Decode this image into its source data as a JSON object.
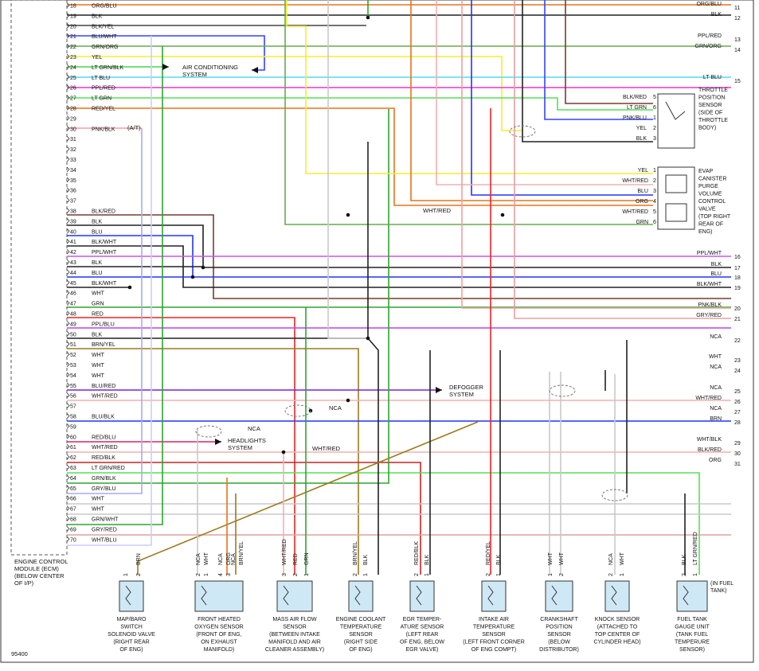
{
  "figure_id": "95400",
  "ecm": {
    "lines": [
      "ENGINE CONTROL",
      "MODULE (ECM)",
      "(BELOW CENTER",
      "OF I/P)"
    ],
    "pins": [
      {
        "n": "18",
        "label": "ORG/BLU",
        "color": "#e8731a"
      },
      {
        "n": "19",
        "label": "BLK",
        "color": "#222222"
      },
      {
        "n": "20",
        "label": "BLK/YEL",
        "color": "#444444"
      },
      {
        "n": "21",
        "label": "BLU/WHT",
        "color": "#3344ff"
      },
      {
        "n": "22",
        "label": "GRN/ORG",
        "color": "#6aa84f"
      },
      {
        "n": "23",
        "label": "YEL",
        "color": "#f2ee2e"
      },
      {
        "n": "24",
        "label": "LT GRN/BLK",
        "color": "#4cd34c"
      },
      {
        "n": "25",
        "label": "LT BLU",
        "color": "#56d8f0"
      },
      {
        "n": "26",
        "label": "PPL/RED",
        "color": "#ee33cc"
      },
      {
        "n": "27",
        "label": "LT GRN",
        "color": "#55e055"
      },
      {
        "n": "28",
        "label": "RED/YEL",
        "color": "#e8731a"
      },
      {
        "n": "29",
        "label": "",
        "color": ""
      },
      {
        "n": "30",
        "label": "PNK/BLK",
        "color": "#f0a0a0"
      },
      {
        "n": "31",
        "label": "",
        "color": ""
      },
      {
        "n": "32",
        "label": "",
        "color": ""
      },
      {
        "n": "33",
        "label": "",
        "color": ""
      },
      {
        "n": "34",
        "label": "",
        "color": ""
      },
      {
        "n": "35",
        "label": "",
        "color": ""
      },
      {
        "n": "36",
        "label": "",
        "color": ""
      },
      {
        "n": "37",
        "label": "",
        "color": ""
      },
      {
        "n": "38",
        "label": "BLK/RED",
        "color": "#7a3b2e"
      },
      {
        "n": "39",
        "label": "BLK",
        "color": "#222222"
      },
      {
        "n": "40",
        "label": "BLU",
        "color": "#2233ff"
      },
      {
        "n": "41",
        "label": "BLK/WHT",
        "color": "#222222"
      },
      {
        "n": "42",
        "label": "PPL/WHT",
        "color": "#cc55ee"
      },
      {
        "n": "43",
        "label": "BLK",
        "color": "#222222"
      },
      {
        "n": "44",
        "label": "BLU",
        "color": "#2233ff"
      },
      {
        "n": "45",
        "label": "BLK/WHT",
        "color": "#222222"
      },
      {
        "n": "46",
        "label": "WHT",
        "color": "#c8c8c8"
      },
      {
        "n": "47",
        "label": "GRN",
        "color": "#2ea52e"
      },
      {
        "n": "48",
        "label": "RED",
        "color": "#ee2222"
      },
      {
        "n": "49",
        "label": "PPL/BLU",
        "color": "#bb44ee"
      },
      {
        "n": "50",
        "label": "BLK",
        "color": "#222222"
      },
      {
        "n": "51",
        "label": "BRN/YEL",
        "color": "#9c7a1e"
      },
      {
        "n": "52",
        "label": "WHT",
        "color": "#c8c8c8"
      },
      {
        "n": "53",
        "label": "WHT",
        "color": "#c8c8c8"
      },
      {
        "n": "54",
        "label": "WHT",
        "color": "#c8c8c8"
      },
      {
        "n": "55",
        "label": "BLU/RED",
        "color": "#7722dd"
      },
      {
        "n": "56",
        "label": "WHT/RED",
        "color": "#f0b0b0"
      },
      {
        "n": "57",
        "label": "",
        "color": ""
      },
      {
        "n": "58",
        "label": "BLU/BLK",
        "color": "#2233ff"
      },
      {
        "n": "59",
        "label": "",
        "color": ""
      },
      {
        "n": "60",
        "label": "RED/BLU",
        "color": "#dd2266"
      },
      {
        "n": "61",
        "label": "WHT/RED",
        "color": "#f0b0b0"
      },
      {
        "n": "62",
        "label": "RED/BLK",
        "color": "#cc2222"
      },
      {
        "n": "63",
        "label": "LT GRN/RED",
        "color": "#55e055"
      },
      {
        "n": "64",
        "label": "GRN/BLK",
        "color": "#2ea52e"
      },
      {
        "n": "65",
        "label": "GRY/BLU",
        "color": "#aaaaee"
      },
      {
        "n": "66",
        "label": "WHT",
        "color": "#c8c8c8"
      },
      {
        "n": "67",
        "label": "WHT",
        "color": "#c8c8c8"
      },
      {
        "n": "68",
        "label": "GRN/WHT",
        "color": "#2ea52e"
      },
      {
        "n": "69",
        "label": "GRY/RED",
        "color": "#e0a0a0"
      },
      {
        "n": "70",
        "label": "WHT/BLU",
        "color": "#ccccff"
      }
    ]
  },
  "ecm_notes": {
    "pin30_note": "(A/T)",
    "ac_system": [
      "AIR CONDITIONING",
      "SYSTEM"
    ],
    "defogger": [
      "DEFOGGER",
      "SYSTEM"
    ],
    "headlights": [
      "HEADLIGHTS",
      "SYSTEM"
    ],
    "wht_red_mid": "WHT/RED",
    "wht_red_low": "WHT/RED",
    "nca_a": "NCA",
    "nca_b": "NCA"
  },
  "right_wires": [
    {
      "n": "11",
      "label": "ORG/BLU",
      "color": "#e8731a"
    },
    {
      "n": "12",
      "label": "BLK",
      "color": "#222222"
    },
    {
      "n": "13",
      "label": "PPL/RED",
      "color": "#ee33cc"
    },
    {
      "n": "14",
      "label": "GRN/ORG",
      "color": "#6aa84f"
    },
    {
      "n": "15",
      "label": "LT BLU",
      "color": "#56d8f0"
    },
    {
      "n": "16",
      "label": "PPL/WHT",
      "color": "#cc55ee"
    },
    {
      "n": "17",
      "label": "BLK",
      "color": "#222222"
    },
    {
      "n": "18",
      "label": "BLU",
      "color": "#2233ff"
    },
    {
      "n": "19",
      "label": "BLK/WHT",
      "color": "#222222"
    },
    {
      "n": "20",
      "label": "PNK/BLK",
      "color": "#f0a0a0"
    },
    {
      "n": "21",
      "label": "GRY/RED",
      "color": "#e0a0a0"
    },
    {
      "n": "22",
      "label": "NCA",
      "color": "#222222"
    },
    {
      "n": "23",
      "label": "WHT",
      "color": "#c8c8c8"
    },
    {
      "n": "24",
      "label": "NCA",
      "color": "#222222"
    },
    {
      "n": "25",
      "label": "NCA",
      "color": "#222222"
    },
    {
      "n": "26",
      "label": "WHT/RED",
      "color": "#f0b0b0"
    },
    {
      "n": "27",
      "label": "NCA",
      "color": "#222222"
    },
    {
      "n": "28",
      "label": "BRN",
      "color": "#9c7a1e"
    },
    {
      "n": "29",
      "label": "WHT/BLK",
      "color": "#aaaaaa"
    },
    {
      "n": "30",
      "label": "BLK/RED",
      "color": "#7a3b2e"
    },
    {
      "n": "31",
      "label": "ORG",
      "color": "#e8731a"
    }
  ],
  "tps": {
    "title": [
      "THROTTLE",
      "POSITION",
      "SENSOR",
      "(SIDE OF",
      "THROTTLE",
      "BODY)"
    ],
    "pins": [
      {
        "label": "BLK/RED",
        "n": "5"
      },
      {
        "label": "LT GRN",
        "n": "6"
      },
      {
        "label": "PNK/BLU",
        "n": "1"
      },
      {
        "label": "YEL",
        "n": "2"
      },
      {
        "label": "BLK",
        "n": "3"
      }
    ]
  },
  "evap": {
    "title": [
      "EVAP",
      "CANISTER",
      "PURGE",
      "VOLUME",
      "CONTROL",
      "VALVE",
      "(TOP RIGHT",
      "REAR OF",
      "ENG)"
    ],
    "pins": [
      {
        "label": "YEL",
        "n": "1"
      },
      {
        "label": "WHT/RED",
        "n": "2"
      },
      {
        "label": "BLU",
        "n": "3"
      },
      {
        "label": "ORG",
        "n": "4"
      },
      {
        "label": "WHT/RED",
        "n": "5"
      },
      {
        "label": "GRN",
        "n": "6"
      }
    ]
  },
  "components": [
    {
      "id": "map",
      "lines": [
        "MAP/BARO",
        "SWITCH",
        "SOLENOID VALVE",
        "(RIGHT REAR",
        "OF ENG)"
      ],
      "wires": [
        {
          "n": "1",
          "label": ""
        },
        {
          "n": "2",
          "label": "BRN"
        }
      ]
    },
    {
      "id": "o2",
      "lines": [
        "FRONT HEATED",
        "OXYGEN SENSOR",
        "(FRONT OF ENG,",
        "ON EXHAUST",
        "MANIFOLD)"
      ],
      "wires": [
        {
          "n": "2",
          "label": "NCA"
        },
        {
          "n": "1",
          "label": "WHT"
        },
        {
          "n": "4",
          "label": "NCA"
        },
        {
          "n": "3",
          "label": "ORG"
        },
        {
          "n": "",
          "label": "NCA"
        },
        {
          "n": "",
          "label": "BRN/YEL"
        }
      ]
    },
    {
      "id": "maf",
      "lines": [
        "MASS AIR FLOW",
        "SENSOR",
        "(BETWEEN INTAKE",
        "MANIFOLD AND AIR",
        "CLEANER ASSEMBLY)"
      ],
      "wires": [
        {
          "n": "3",
          "label": "WHT/RED"
        },
        {
          "n": "2",
          "label": "RED"
        },
        {
          "n": "1",
          "label": "GRN"
        }
      ]
    },
    {
      "id": "ect",
      "lines": [
        "ENGINE COOLANT",
        "TEMPERATURE",
        "SENSOR",
        "(RIGHT SIDE",
        "OF ENG)"
      ],
      "wires": [
        {
          "n": "2",
          "label": "BRN/YEL"
        },
        {
          "n": "1",
          "label": "BLK"
        }
      ]
    },
    {
      "id": "egr",
      "lines": [
        "EGR TEMPER-",
        "ATURE SENSOR",
        "(LEFT REAR",
        "OF ENG, BELOW",
        "EGR VALVE)"
      ],
      "wires": [
        {
          "n": "2",
          "label": "RED/BLK"
        },
        {
          "n": "1",
          "label": "BLK"
        }
      ]
    },
    {
      "id": "iat",
      "lines": [
        "INTAKE AIR",
        "TEMPERATURE",
        "SENSOR",
        "(LEFT FRONT CORNER",
        "OF ENG COMPT)"
      ],
      "wires": [
        {
          "n": "2",
          "label": "RED/YEL"
        },
        {
          "n": "1",
          "label": "BLK"
        }
      ]
    },
    {
      "id": "ckp",
      "lines": [
        "CRANKSHAFT",
        "POSITION",
        "SENSOR",
        "(BELOW",
        "DISTRIBUTOR)"
      ],
      "wires": [
        {
          "n": "1",
          "label": "WHT"
        },
        {
          "n": "2",
          "label": "WHT"
        }
      ]
    },
    {
      "id": "knock",
      "lines": [
        "KNOCK SENSOR",
        "(ATTACHED TO",
        "TOP CENTER OF",
        "CYLINDER HEAD)"
      ],
      "wires": [
        {
          "n": "2",
          "label": "NCA"
        },
        {
          "n": "1",
          "label": "WHT"
        }
      ]
    },
    {
      "id": "fuel",
      "lines": [
        "FUEL TANK",
        "GAUGE UNIT",
        "(TANK FUEL",
        "TEMPERURE",
        "SENSOR)"
      ],
      "wires": [
        {
          "n": "2",
          "label": "BLK"
        },
        {
          "n": "1",
          "label": "LT GRN/RED"
        }
      ],
      "side_note": [
        "(IN FUEL",
        "TANK)"
      ]
    }
  ]
}
